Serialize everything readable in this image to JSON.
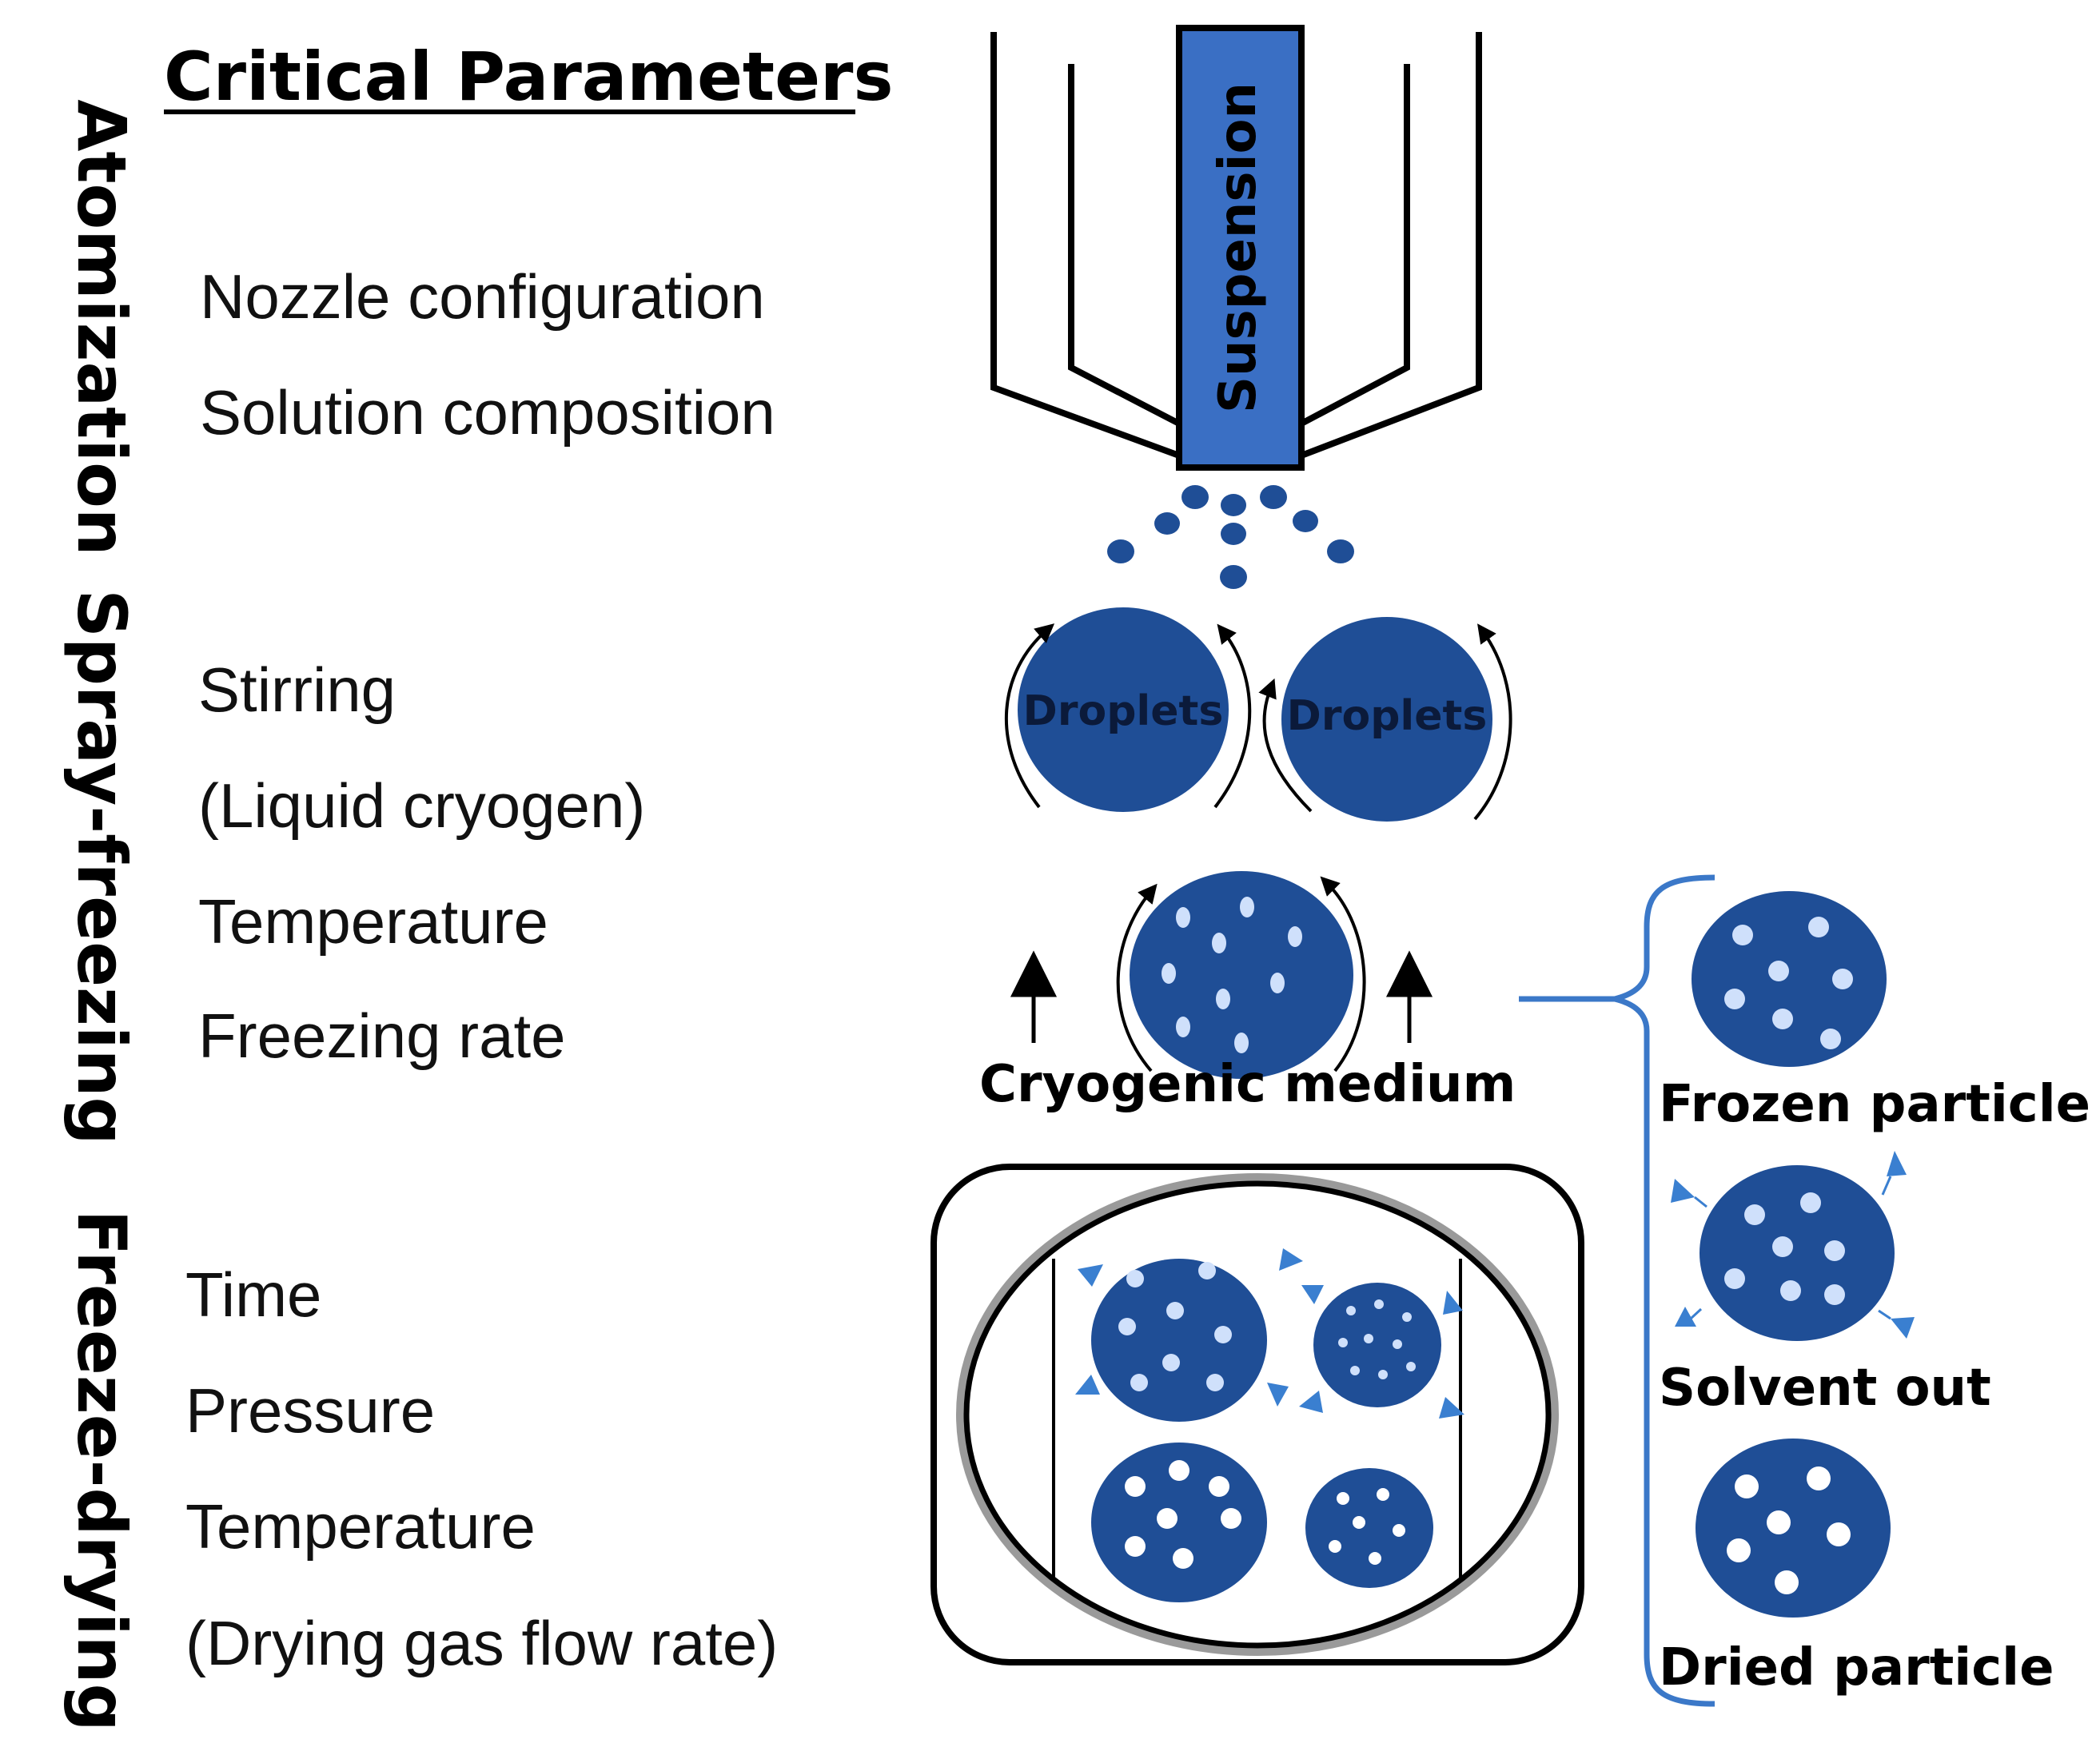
{
  "title": "Critical Parameters",
  "stages": [
    {
      "name": "Atomization",
      "params": [
        "Nozzle configuration",
        "Solution composition"
      ]
    },
    {
      "name": "Spray-freezing",
      "params": [
        "Stirring",
        "(Liquid cryogen)",
        "Temperature",
        "Freezing rate"
      ]
    },
    {
      "name": "Freeze-drying",
      "params": [
        "Time",
        "Pressure",
        "Temperature",
        "(Drying gas flow rate)"
      ]
    }
  ],
  "nozzle": {
    "label": "Suspension"
  },
  "droplets": {
    "left_label": "Droplets",
    "right_label": "Droplets"
  },
  "cryogenic_label": "Cryogenic medium",
  "particle_states": {
    "frozen": "Frozen particle",
    "solvent": "Solvent out",
    "dried": "Dried particle"
  },
  "colors": {
    "particle": "#1f4e96",
    "nozzle": "#3a6fc4",
    "bracket": "#3b78c8",
    "arrow_blue": "#3a7fd0"
  }
}
